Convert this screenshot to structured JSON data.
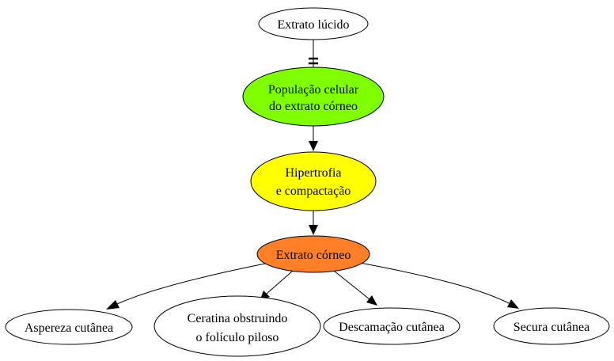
{
  "nodes": {
    "extrato_lucido": {
      "lines": [
        "Extrato lúcido"
      ],
      "fill": "#ffffff"
    },
    "populacao": {
      "lines": [
        "População celular",
        "do extrato córneo"
      ],
      "fill": "#7fff00"
    },
    "hipertrofia": {
      "lines": [
        "Hipertrofia",
        "e compactação"
      ],
      "fill": "#ffff00"
    },
    "extrato_corneo": {
      "lines": [
        "Extrato córneo"
      ],
      "fill": "#ff7f27"
    },
    "aspereza": {
      "lines": [
        "Aspereza cutânea"
      ],
      "fill": "#ffffff"
    },
    "ceratina": {
      "lines": [
        "Ceratina obstruindo",
        "o folículo piloso"
      ],
      "fill": "#ffffff"
    },
    "descamacao": {
      "lines": [
        "Descamação cutânea"
      ],
      "fill": "#ffffff"
    },
    "secura": {
      "lines": [
        "Secura cutânea"
      ],
      "fill": "#ffffff"
    }
  },
  "edges": [
    {
      "from": "extrato_lucido",
      "to": "populacao",
      "arrowhead": "tee-double"
    },
    {
      "from": "populacao",
      "to": "hipertrofia",
      "arrowhead": "normal"
    },
    {
      "from": "hipertrofia",
      "to": "extrato_corneo",
      "arrowhead": "normal"
    },
    {
      "from": "extrato_corneo",
      "to": "aspereza",
      "arrowhead": "normal"
    },
    {
      "from": "extrato_corneo",
      "to": "ceratina",
      "arrowhead": "normal"
    },
    {
      "from": "extrato_corneo",
      "to": "descamacao",
      "arrowhead": "normal"
    },
    {
      "from": "extrato_corneo",
      "to": "secura",
      "arrowhead": "normal"
    }
  ]
}
